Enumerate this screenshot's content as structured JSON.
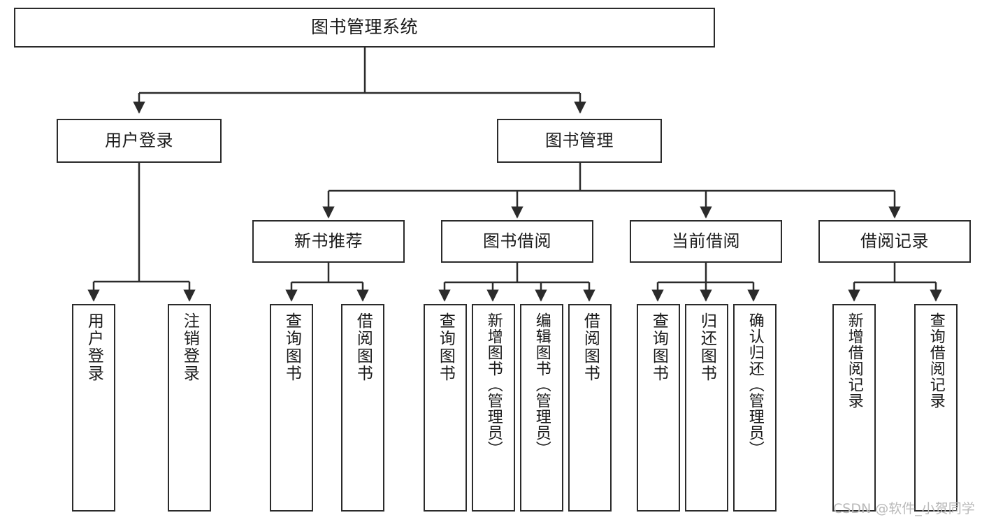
{
  "diagram": {
    "title": "图书管理系统",
    "type": "hierarchy-tree",
    "root": {
      "id": "root",
      "label": "图书管理系统"
    },
    "level2": [
      {
        "id": "user-login",
        "label": "用户登录"
      },
      {
        "id": "book-manage",
        "label": "图书管理"
      }
    ],
    "level3": [
      {
        "id": "new-book-rec",
        "label": "新书推荐",
        "parent": "book-manage"
      },
      {
        "id": "book-borrow",
        "label": "图书借阅",
        "parent": "book-manage"
      },
      {
        "id": "current-borrow",
        "label": "当前借阅",
        "parent": "book-manage"
      },
      {
        "id": "borrow-record",
        "label": "借阅记录",
        "parent": "book-manage"
      }
    ],
    "leaves": [
      {
        "id": "leaf-user-login",
        "label": "用户登录",
        "parent": "user-login"
      },
      {
        "id": "leaf-logout",
        "label": "注销登录",
        "parent": "user-login"
      },
      {
        "id": "leaf-query-book-1",
        "label": "查询图书",
        "parent": "new-book-rec"
      },
      {
        "id": "leaf-borrow-book-1",
        "label": "借阅图书",
        "parent": "new-book-rec"
      },
      {
        "id": "leaf-query-book-2",
        "label": "查询图书",
        "parent": "book-borrow"
      },
      {
        "id": "leaf-add-book",
        "label": "新增图书（管理员）",
        "parent": "book-borrow"
      },
      {
        "id": "leaf-edit-book",
        "label": "编辑图书（管理员）",
        "parent": "book-borrow"
      },
      {
        "id": "leaf-borrow-book-2",
        "label": "借阅图书",
        "parent": "book-borrow"
      },
      {
        "id": "leaf-query-book-3",
        "label": "查询图书",
        "parent": "current-borrow"
      },
      {
        "id": "leaf-return-book",
        "label": "归还图书",
        "parent": "current-borrow"
      },
      {
        "id": "leaf-confirm-return",
        "label": "确认归还（管理员）",
        "parent": "current-borrow"
      },
      {
        "id": "leaf-add-record",
        "label": "新增借阅记录",
        "parent": "borrow-record"
      },
      {
        "id": "leaf-query-record",
        "label": "查询借阅记录",
        "parent": "borrow-record"
      }
    ]
  },
  "watermark": {
    "text": "CSDN @软件_小贺同学"
  },
  "colors": {
    "stroke": "#2b2b2b",
    "background": "#ffffff",
    "text": "#1a1a1a",
    "watermark": "#b9b9b9"
  }
}
